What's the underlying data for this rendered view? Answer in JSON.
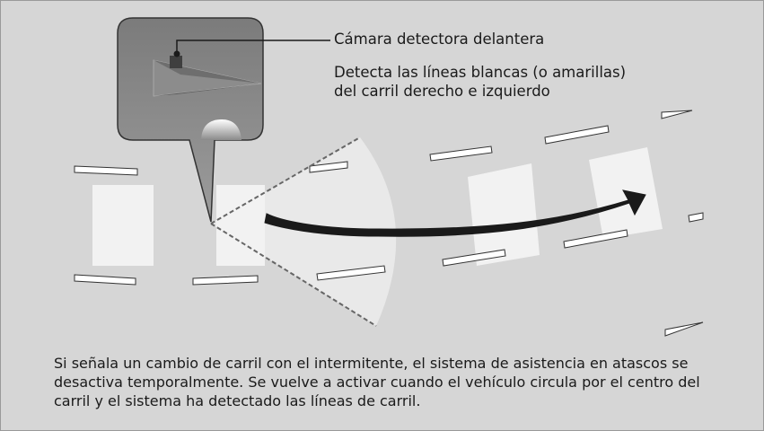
{
  "callout": {
    "camera_label": "Cámara detectora delantera",
    "detect_line1": "Detecta las líneas blancas (o amarillas)",
    "detect_line2": "del carril derecho e izquierdo"
  },
  "caption": {
    "line1": "Si señala un cambio de carril con el intermitente, el sistema de asistencia en atascos se",
    "line2": "desactiva temporalmente. Se vuelve a activar cuando el vehículo circula por el centro del",
    "line3": "carril y el sistema ha detectado las líneas de carril."
  },
  "colors": {
    "background": "#d6d6d6",
    "vehicle": "#f2f2f2",
    "lane_marking": "#ffffff",
    "detection_zone": "#e9e9e9",
    "arrow": "#1a1a1a"
  },
  "icons": [
    "camera-icon",
    "lane-change-arrow-icon"
  ]
}
